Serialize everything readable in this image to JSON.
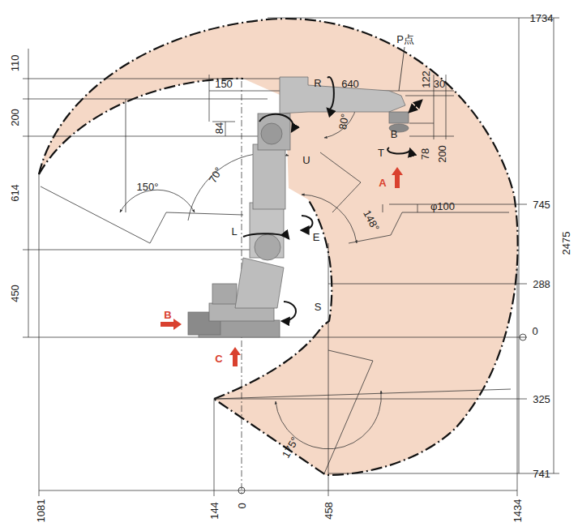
{
  "diagram": {
    "labels": [
      "1734",
      "110",
      "150",
      "640",
      "P点",
      "30",
      "122",
      "200",
      "R",
      "80°",
      "B",
      "84",
      "U",
      "78",
      "200",
      "T",
      "A",
      "150°",
      "70°",
      "614",
      "745",
      "φ100",
      "148°",
      "E",
      "L",
      "2475",
      "450",
      "288",
      "S",
      "B",
      "0",
      "C",
      "325",
      "175°",
      "741",
      "1081",
      "144",
      "0",
      "458",
      "1434"
    ]
  }
}
